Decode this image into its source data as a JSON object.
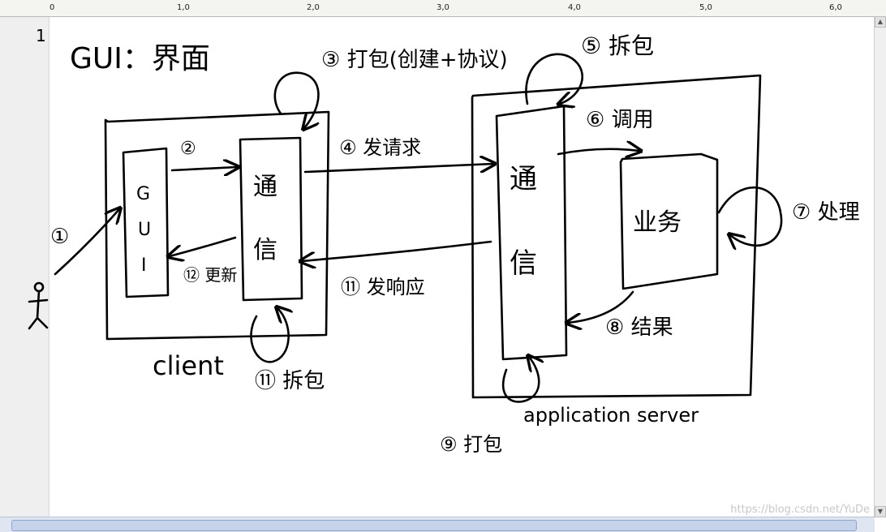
{
  "ruler": {
    "ticks": [
      "0",
      "1,0",
      "2,0",
      "3,0",
      "4,0",
      "5,0",
      "6,0"
    ]
  },
  "page": {
    "number": "1"
  },
  "diagram": {
    "title": "GUI：界面",
    "client": {
      "label": "client",
      "gui_box": "GUI",
      "comm_box": "通信"
    },
    "server": {
      "label": "application server",
      "comm_box": "通信",
      "business_box": "业务"
    },
    "steps": {
      "s1": "①",
      "s2": "②",
      "s3": "③ 打包(创建+协议)",
      "s4": "④ 发请求",
      "s5": "⑤ 拆包",
      "s6": "⑥ 调用",
      "s7": "⑦ 处理",
      "s8": "⑧ 结果",
      "s9": "⑨ 打包",
      "s10": "⑪ 发响应",
      "s11": "⑪ 拆包",
      "s12": "⑫ 更新"
    },
    "user_icon": "person-icon"
  },
  "watermark": "https://blog.csdn.net/YuDe"
}
